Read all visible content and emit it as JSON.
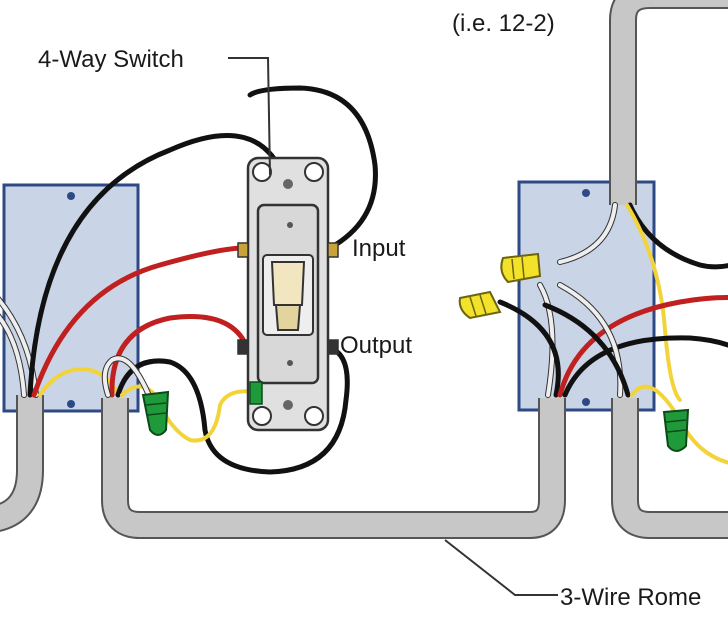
{
  "labels": {
    "top_note": "(i.e. 12-2)",
    "switch_name": "4-Way Switch",
    "input": "Input",
    "output": "Output",
    "cable": "3-Wire Rome"
  },
  "colors": {
    "box_fill": "#c9d4e6",
    "box_stroke": "#2d4a86",
    "cable_gray": "#c7c7c7",
    "wire_black": "#111111",
    "wire_red": "#c0201f",
    "wire_white": "#eeeeee",
    "wire_yellow": "#f2d43a",
    "nut_green": "#1f9a3a",
    "nut_yellow": "#f2e22a"
  }
}
